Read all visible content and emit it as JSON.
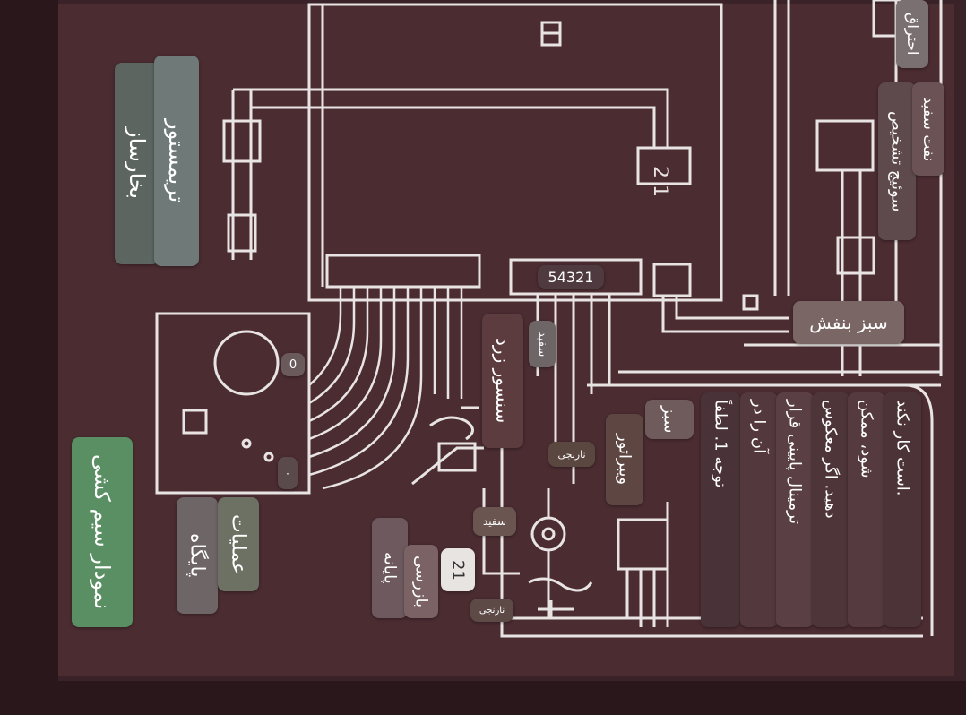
{
  "title": "نمودار سیم کشی",
  "labels": {
    "steamer": "بخارساز",
    "transistor": "تریمستور",
    "operations_base": "پایگاه",
    "operations": "عملیات",
    "return_terminal": "پایانه",
    "return": "بازرسی",
    "terminal_num": "21",
    "yellow_sensor": "سنسور زرد",
    "white_top": "سفید",
    "white_bottom": "سفید",
    "orange_top": "نارنجی",
    "orange_bottom": "نارنجی",
    "vibrator": "ویبراتور",
    "green": "سبز",
    "green_purple": "سبز بنفش",
    "diag_switch": "سوئیچ تشخیص",
    "white_oil": "نفت سفید",
    "ignition": "احتراق",
    "connector_num": "54321",
    "zero_top": "0",
    "zero_bottom": "۰"
  },
  "note": {
    "line1": "توجه 1. لطفاً",
    "line2": "آن را در",
    "line3": "ترمینال پایینی قرار",
    "line4": "دهید. اگر معکوس",
    "line5": "شود، ممکن",
    "line6": "است کار نکند."
  },
  "colors": {
    "board": "#3a2328",
    "line": "#e9e4e4",
    "title_green": "#5a8f64"
  }
}
